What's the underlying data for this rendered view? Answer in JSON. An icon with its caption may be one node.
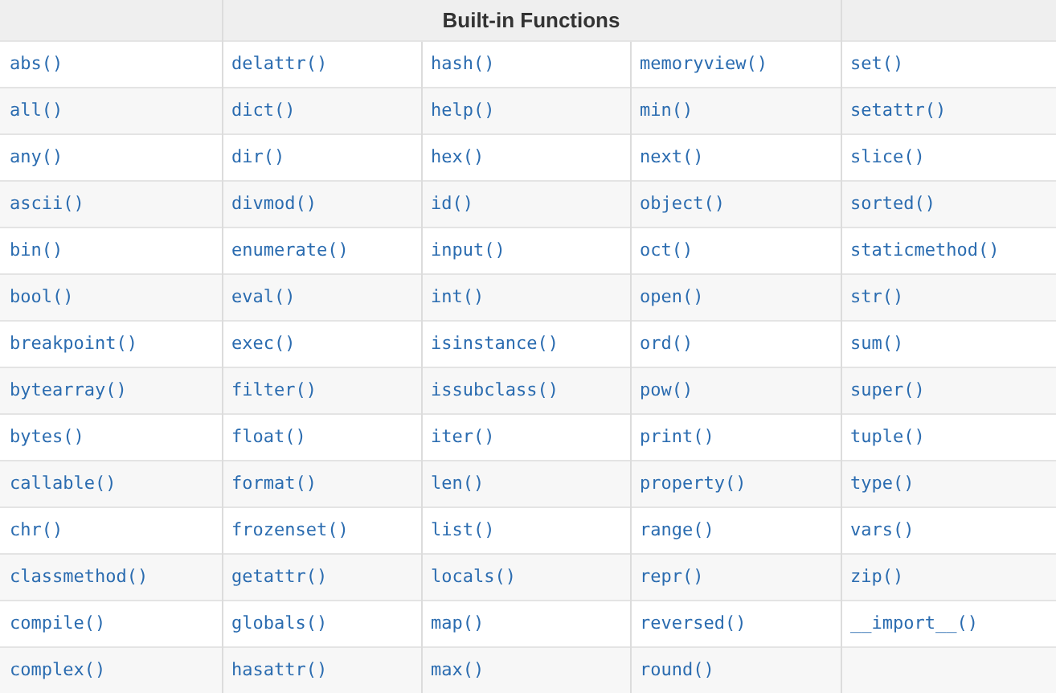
{
  "diagram": {
    "labels": [
      "Built-in Functions",
      "abs()",
      "delattr()",
      "hash()",
      "memoryview()",
      "set()",
      "all()",
      "dict()",
      "help()",
      "min()",
      "setattr()",
      "any()",
      "dir()",
      "hex()",
      "next()",
      "slice()",
      "ascii()",
      "divmod()",
      "id()",
      "object()",
      "sorted()",
      "bin()",
      "enumerate()",
      "input()",
      "oct()",
      "staticmethod()",
      "bool()",
      "eval()",
      "int()",
      "open()",
      "str()",
      "breakpoint()",
      "exec()",
      "isinstance()",
      "ord()",
      "sum()",
      "bytearray()",
      "filter()",
      "issubclass()",
      "pow()",
      "super()",
      "bytes()",
      "float()",
      "iter()",
      "print()",
      "tuple()",
      "callable()",
      "format()",
      "len()",
      "property()",
      "type()",
      "chr()",
      "frozenset()",
      "list()",
      "range()",
      "vars()",
      "classmethod()",
      "getattr()",
      "locals()",
      "repr()",
      "zip()",
      "compile()",
      "globals()",
      "map()",
      "reversed()",
      "__import__()",
      "complex()",
      "hasattr()",
      "max()",
      "round()"
    ]
  }
}
